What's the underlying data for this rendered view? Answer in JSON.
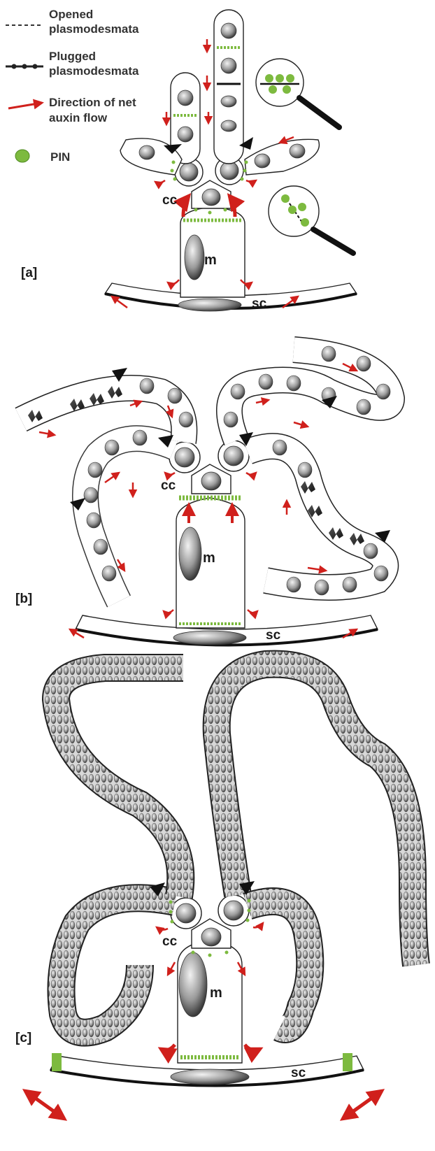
{
  "legend": {
    "opened": "Opened\nplasmodesmata",
    "plugged": "Plugged\nplasmodesmata",
    "auxin": "Direction of net\nauxin flow",
    "pin": "PIN"
  },
  "panels": [
    {
      "id": "[a]",
      "cc": "cc",
      "m": "m",
      "sc": "sc"
    },
    {
      "id": "[b]",
      "cc": "cc",
      "m": "m",
      "sc": "sc"
    },
    {
      "id": "[c]",
      "cc": "cc",
      "m": "m",
      "sc": "sc"
    }
  ],
  "colors": {
    "pin": "#7dba3f",
    "arrow": "#d0201c",
    "outline": "#222222"
  },
  "icons": [
    "magnifier-icon",
    "arrowhead-marker-icon"
  ]
}
